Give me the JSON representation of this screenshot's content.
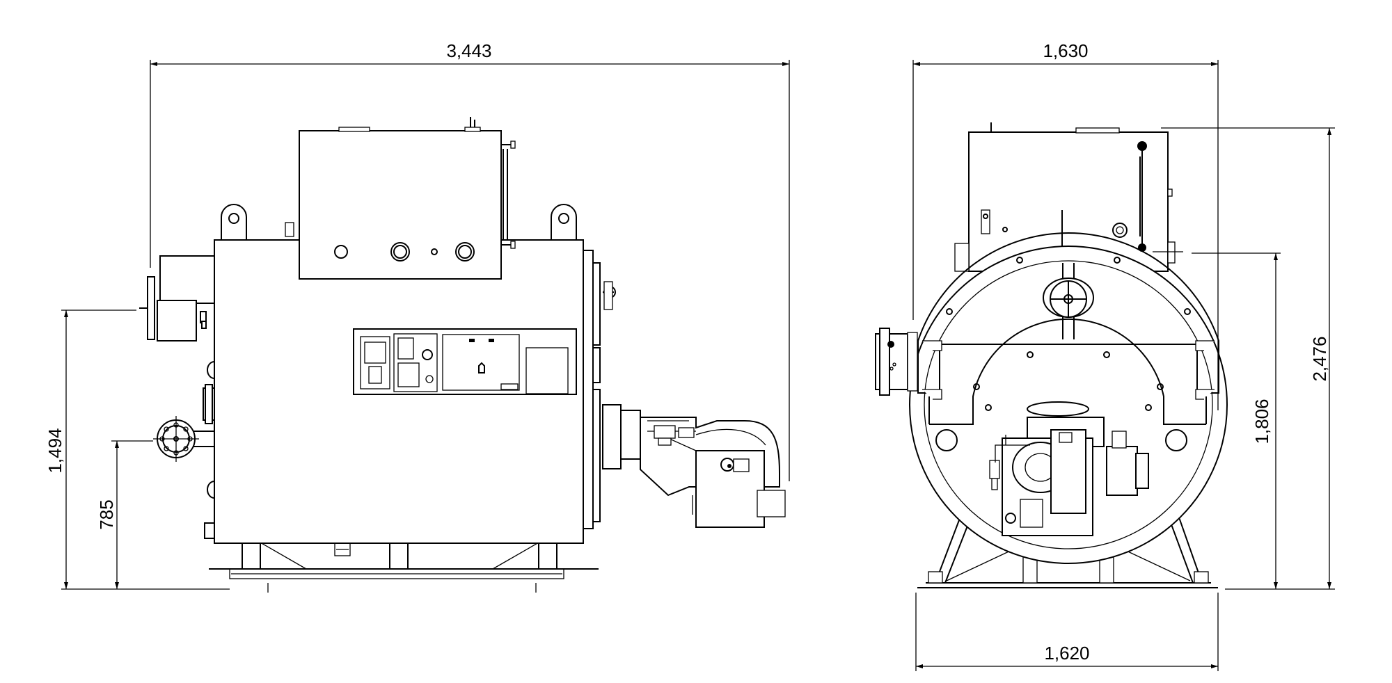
{
  "dimensions": {
    "side_overall_length": "3,443",
    "side_total_height": "1,494",
    "side_flange_height": "785",
    "front_overall_width": "1,630",
    "front_total_height": "2,476",
    "front_burner_axis_height": "1,806",
    "front_base_width": "1,620"
  },
  "colors": {
    "line": "#000000",
    "background": "#ffffff"
  }
}
